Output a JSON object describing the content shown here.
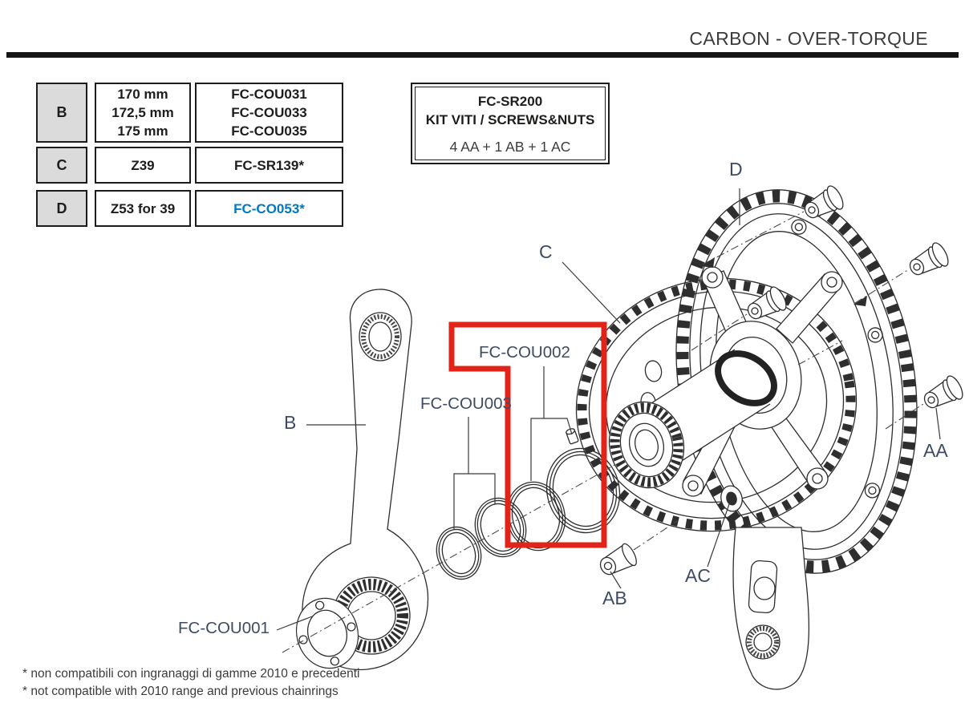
{
  "header": {
    "title": "CARBON - OVER-TORQUE"
  },
  "parts_table": {
    "rows": [
      {
        "key": "B",
        "spec_lines": [
          "170 mm",
          "172,5 mm",
          "175 mm"
        ],
        "code_lines": [
          "FC-COU031",
          "FC-COU033",
          "FC-COU035"
        ]
      },
      {
        "key": "C",
        "spec_lines": [
          "Z39"
        ],
        "code_lines": [
          "FC-SR139*"
        ]
      },
      {
        "key": "D",
        "spec_lines": [
          "Z53 for 39"
        ],
        "code_lines": [
          "FC-CO053*"
        ]
      }
    ]
  },
  "kit_box": {
    "line1": "FC-SR200",
    "line2": "KIT VITI / SCREWS&NUTS",
    "line3": "4 AA + 1 AB + 1 AC"
  },
  "diagram_labels": {
    "b": "B",
    "c": "C",
    "d": "D",
    "aa": "AA",
    "ab": "AB",
    "ac": "AC",
    "fc_cou001": "FC-COU001",
    "fc_cou002": "FC-COU002",
    "fc_cou003": "FC-COU003"
  },
  "footnotes": [
    "* non compatibili con ingranaggi di gamme 2010 e precedenti",
    "* not compatible with 2010 range and previous chainrings"
  ],
  "colors": {
    "highlight_red": "#e2231a",
    "part_link_blue": "#0079c2",
    "line_art": "#2e2e2e",
    "text_black": "#1d1d1b"
  }
}
